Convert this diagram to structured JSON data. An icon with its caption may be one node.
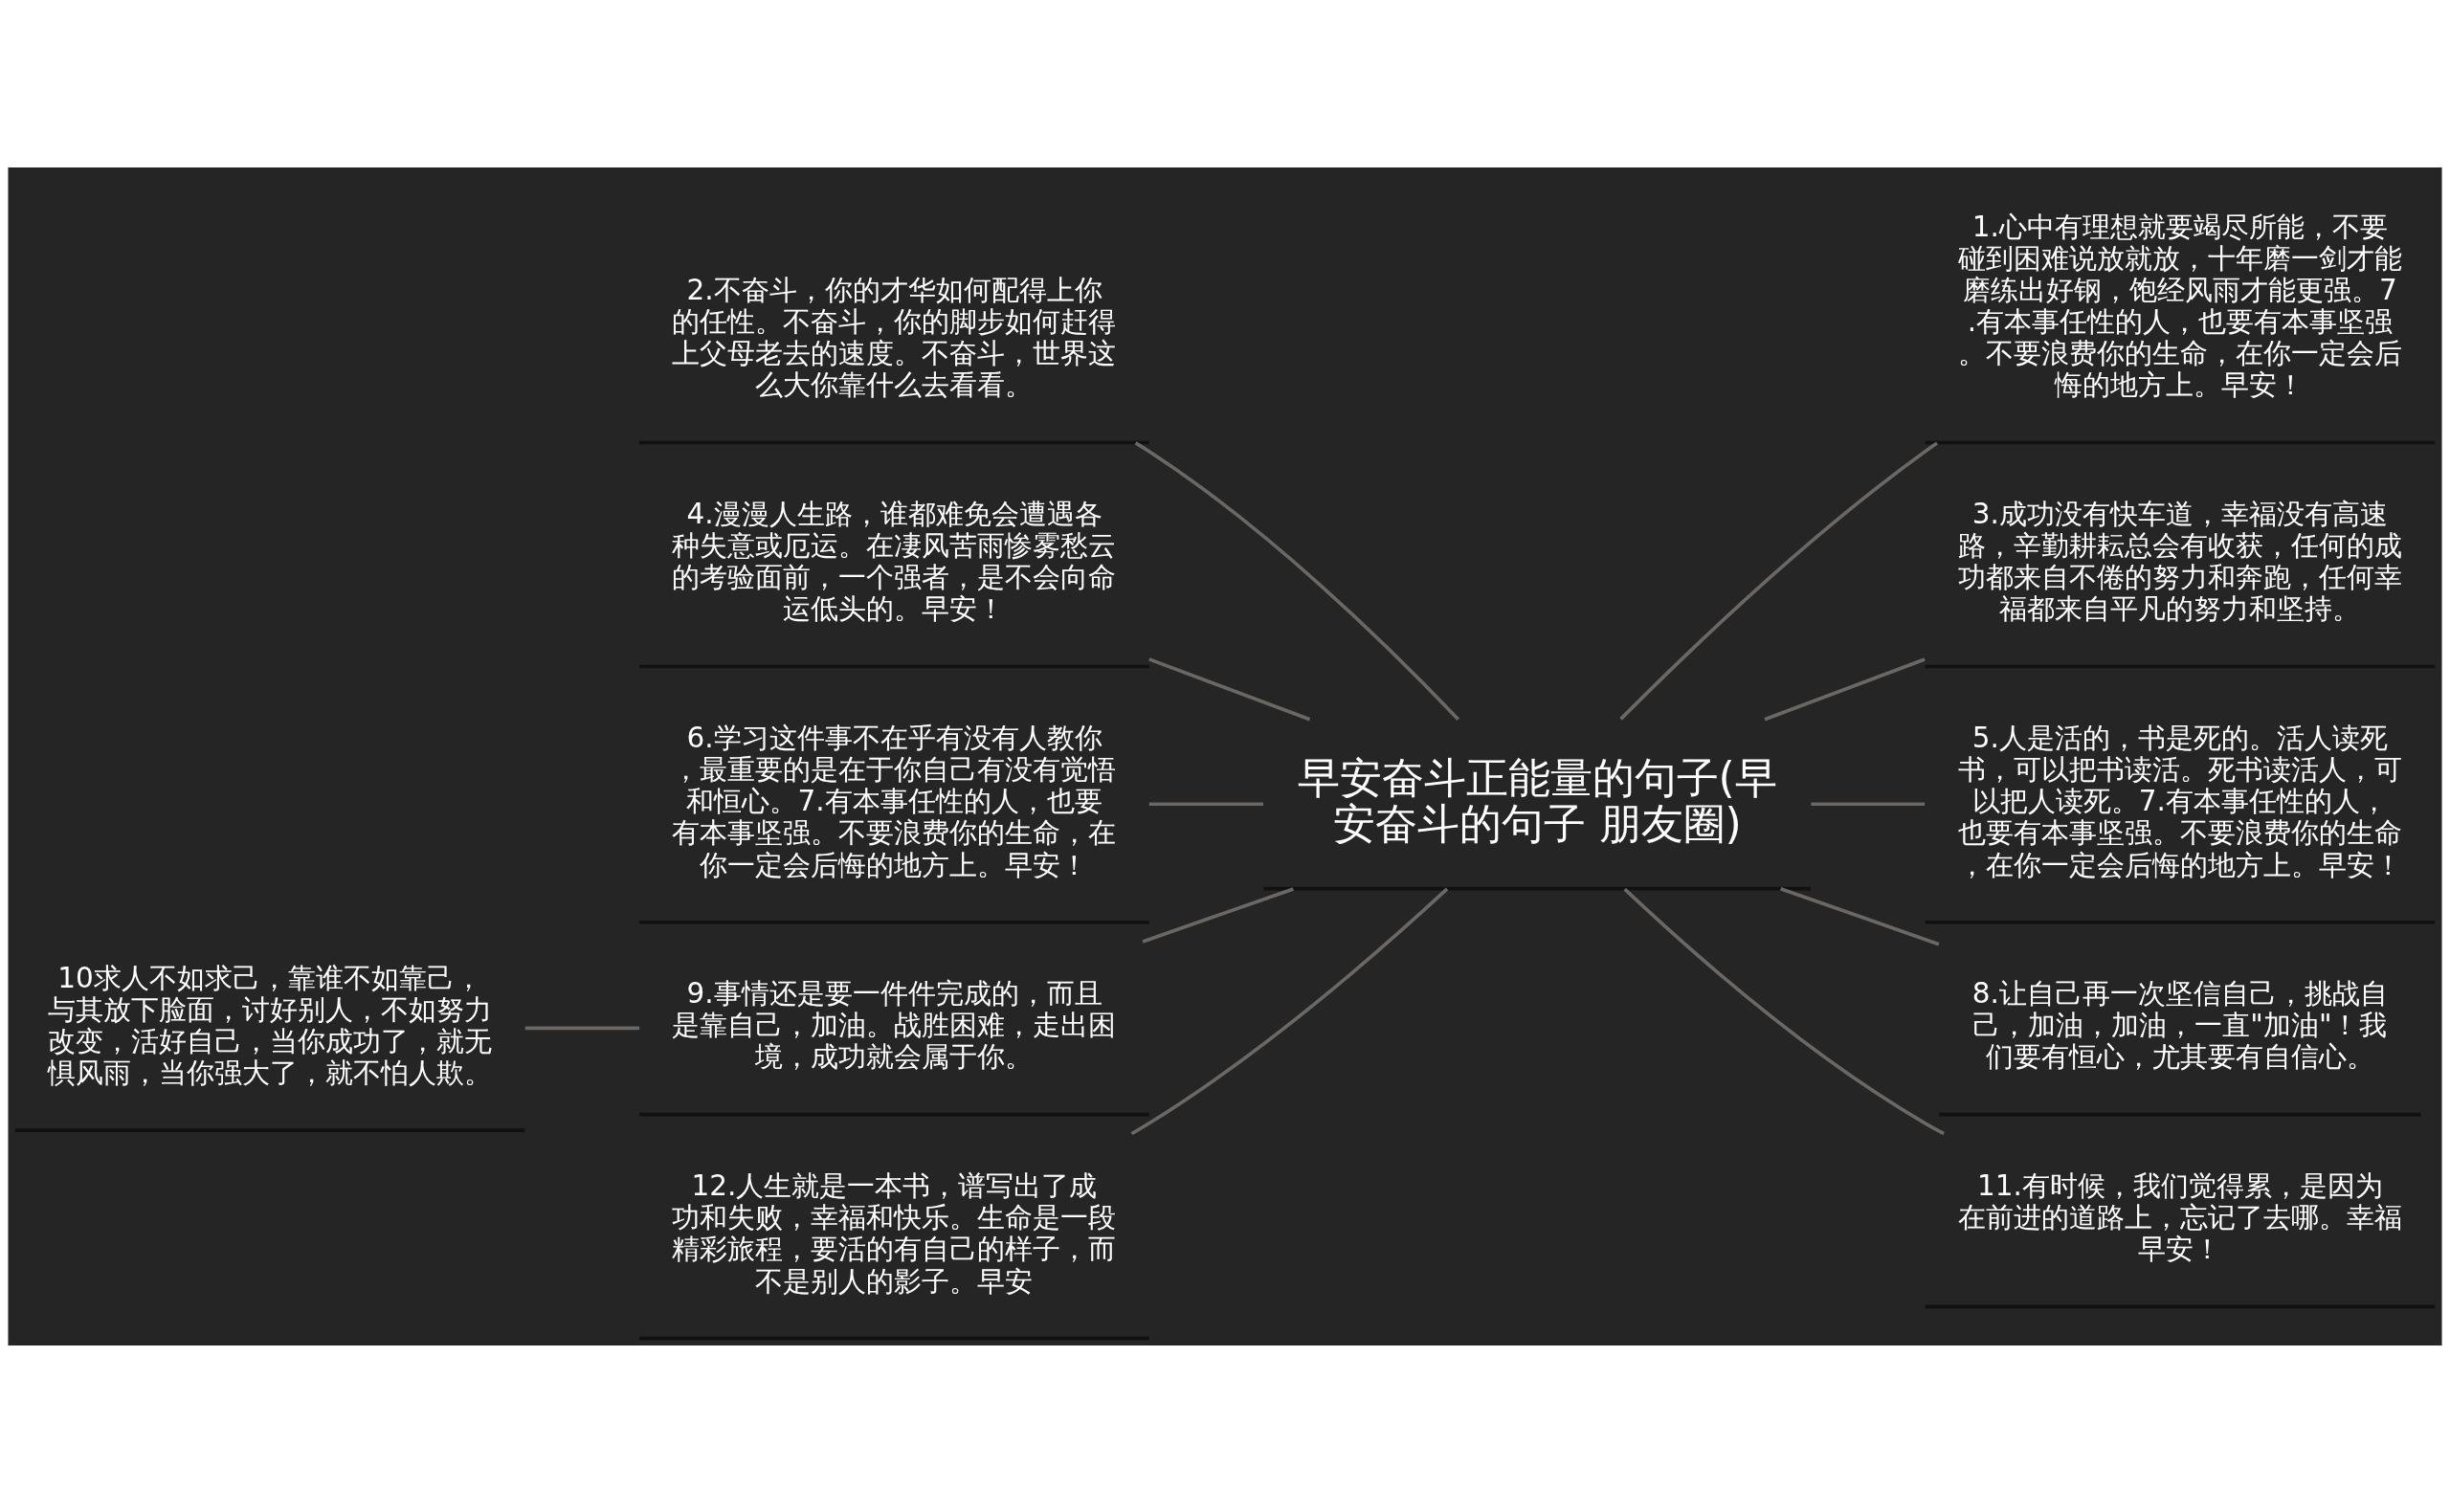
{
  "diagram": {
    "nodes": [
      {
        "text": [
          "早安奋斗正能量的句子(早安奋斗的句子 朋友圈)"
        ]
      },
      {
        "text": [
          "2.不奋斗，你的才华如何配得上你的任性。不奋斗，你的脚步如何赶得上父母老去的速度。不奋斗，世界这么大你靠什么去看看。"
        ]
      },
      {
        "text": [
          "4.漫漫人生路，谁都难免会遭遇各种失意或厄运。在凄风苦雨惨雾愁云的考验面前，一个强者，是不会向命运低头的。早安！"
        ]
      },
      {
        "text": [
          "6.学习这件事不在乎有没有人教你，最重要的是在于你自己有没有觉悟和恒心。7.有本事任性的人，也要有本事坚强。不要浪费你的生命，在你一定会后悔的地方上。早安！"
        ]
      },
      {
        "text": [
          "9.事情还是要一件件完成的，而且是靠自己，加油。战胜困难，走出困境，成功就会属于你。"
        ]
      },
      {
        "text": [
          "12.人生就是一本书，谱写出了成功和失败，幸福和快乐。生命是一段精彩旅程，要活的有自己的样子，而不是别人的影子。早安"
        ]
      },
      {
        "text": [
          "10求人不如求己，靠谁不如靠己，与其放下脸面，讨好别人，不如努力改变，活好自己，当你成功了，就无惧风雨，当你强大了，就不怕人欺。"
        ]
      },
      {
        "text": [
          "1.心中有理想就要竭尽所能，不要碰到困难说放就放，十年磨一剑才能磨练出好钢，饱经风雨才能更强。7.有本事任性的人，也要有本事坚强。不要浪费你的生命，在你一定会后悔的地方上。早安！"
        ]
      },
      {
        "text": [
          "3.成功没有快车道，幸福没有高速路，辛勤耕耘总会有收获，任何的成功都来自不倦的努力和奔跑，任何幸福都来自平凡的努力和坚持。"
        ]
      },
      {
        "text": [
          "5.人是活的，书是死的。活人读死书，可以把书读活。死书读活人，可以把人读死。7.有本事任性的人，也要有本事坚强。不要浪费你的生命，在你一定会后悔的地方上。早安！"
        ]
      },
      {
        "text": [
          "8.让自己再一次坚信自己，挑战自己，加油，加油，一直\"加油\"！我们要有恒心，尤其要有自信心。"
        ]
      },
      {
        "text": [
          "11.有时候，我们觉得累，是因为在前进的道路上，忘记了去哪。幸福早安！"
        ]
      }
    ],
    "edges": [
      {
        "from": 1,
        "to": 0,
        "arrow": "none"
      },
      {
        "from": 2,
        "to": 0,
        "arrow": "none"
      },
      {
        "from": 3,
        "to": 0,
        "arrow": "none"
      },
      {
        "from": 4,
        "to": 0,
        "arrow": "none"
      },
      {
        "from": 5,
        "to": 0,
        "arrow": "none"
      },
      {
        "from": 6,
        "to": 4,
        "arrow": "none"
      },
      {
        "from": 0,
        "to": 7,
        "arrow": "none"
      },
      {
        "from": 0,
        "to": 8,
        "arrow": "none"
      },
      {
        "from": 0,
        "to": 9,
        "arrow": "none"
      },
      {
        "from": 0,
        "to": 10,
        "arrow": "none"
      },
      {
        "from": 0,
        "to": 11,
        "arrow": "none"
      }
    ]
  }
}
